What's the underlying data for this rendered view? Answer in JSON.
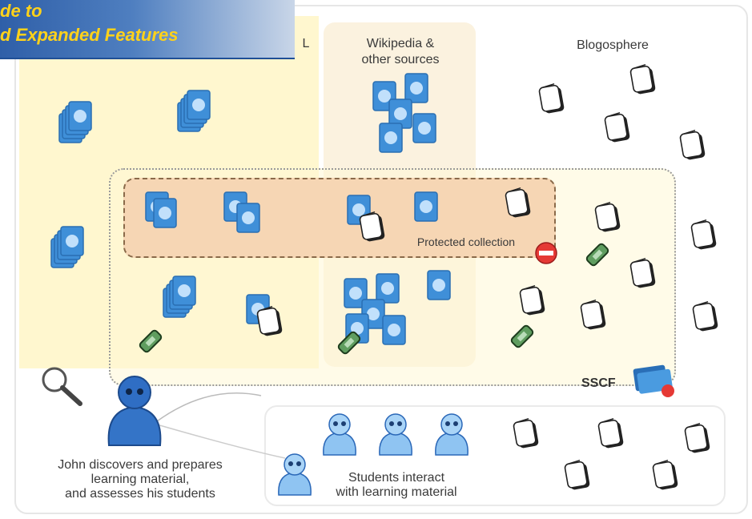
{
  "banner": {
    "line1": "de to",
    "line2": "d Expanded Features"
  },
  "columns": {
    "left_partial_label": "L",
    "wikipedia_label_1": "Wikipedia &",
    "wikipedia_label_2": "other sources",
    "blogosphere_label": "Blogosphere"
  },
  "areas": {
    "protected_label": "Protected collection",
    "sscf_label": "SSCF"
  },
  "people": {
    "john_line1": "John discovers and prepares",
    "john_line2": "learning material,",
    "john_line3": "and assesses his students",
    "students_line1": "Students interact",
    "students_line2": "with learning material"
  },
  "colors": {
    "doc_blue": "#4a9be0",
    "doc_blue_light": "#bfe0fb",
    "blog_white": "#ffffff",
    "person_blue": "#2f6ec4",
    "tag_green": "#5a9a5a",
    "stop_red": "#e23a3a",
    "banner_text": "#ffd21a"
  }
}
